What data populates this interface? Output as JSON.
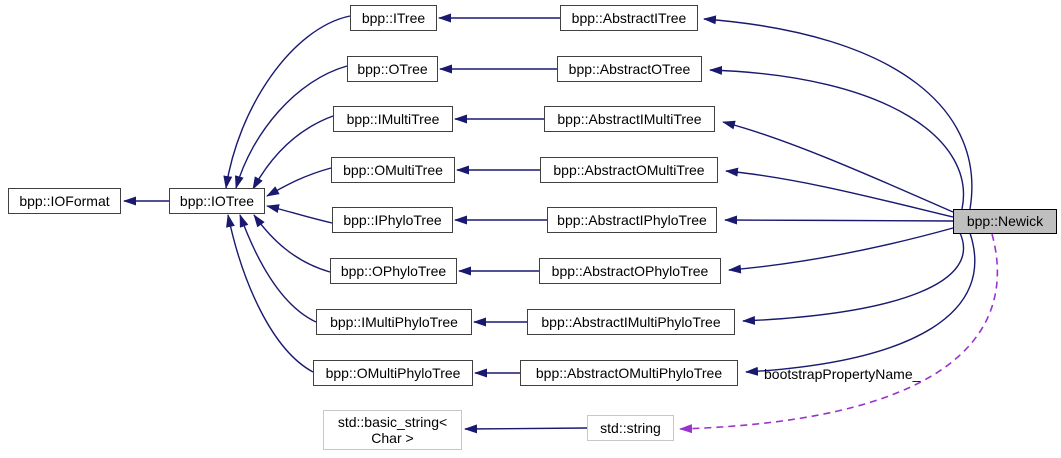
{
  "diagram": {
    "kind": "class-inheritance-graph",
    "colors": {
      "inheritance_edge": "#191970",
      "usage_edge": "#9a32cd",
      "node_border": "#404040",
      "external_node_border": "#c8c8c8",
      "focus_node_fill": "#bfbfbf",
      "node_fill": "#ffffff",
      "text": "#000000",
      "background": "#ffffff"
    },
    "nodes": {
      "ioformat": "bpp::IOFormat",
      "iotree": "bpp::IOTree",
      "itree": "bpp::ITree",
      "otree": "bpp::OTree",
      "imultitree": "bpp::IMultiTree",
      "omultitree": "bpp::OMultiTree",
      "iphylotree": "bpp::IPhyloTree",
      "ophylotree": "bpp::OPhyloTree",
      "imultiphylotree": "bpp::IMultiPhyloTree",
      "omultiphylotree": "bpp::OMultiPhyloTree",
      "abstract_itree": "bpp::AbstractITree",
      "abstract_otree": "bpp::AbstractOTree",
      "abstract_imultitree": "bpp::AbstractIMultiTree",
      "abstract_omultitree": "bpp::AbstractOMultiTree",
      "abstract_iphylotree": "bpp::AbstractIPhyloTree",
      "abstract_ophylotree": "bpp::AbstractOPhyloTree",
      "abstract_imultiphylotree": "bpp::AbstractIMultiPhyloTree",
      "abstract_omultiphylotree": "bpp::AbstractOMultiPhyloTree",
      "newick": "bpp::Newick",
      "basic_string": "std::basic_string<\nChar >",
      "std_string": "std::string"
    },
    "relationships": {
      "inheritance": [
        {
          "derived": "bpp::IOTree",
          "base": "bpp::IOFormat"
        },
        {
          "derived": "bpp::ITree",
          "base": "bpp::IOTree"
        },
        {
          "derived": "bpp::OTree",
          "base": "bpp::IOTree"
        },
        {
          "derived": "bpp::IMultiTree",
          "base": "bpp::IOTree"
        },
        {
          "derived": "bpp::OMultiTree",
          "base": "bpp::IOTree"
        },
        {
          "derived": "bpp::IPhyloTree",
          "base": "bpp::IOTree"
        },
        {
          "derived": "bpp::OPhyloTree",
          "base": "bpp::IOTree"
        },
        {
          "derived": "bpp::IMultiPhyloTree",
          "base": "bpp::IOTree"
        },
        {
          "derived": "bpp::OMultiPhyloTree",
          "base": "bpp::IOTree"
        },
        {
          "derived": "bpp::AbstractITree",
          "base": "bpp::ITree"
        },
        {
          "derived": "bpp::AbstractOTree",
          "base": "bpp::OTree"
        },
        {
          "derived": "bpp::AbstractIMultiTree",
          "base": "bpp::IMultiTree"
        },
        {
          "derived": "bpp::AbstractOMultiTree",
          "base": "bpp::OMultiTree"
        },
        {
          "derived": "bpp::AbstractIPhyloTree",
          "base": "bpp::IPhyloTree"
        },
        {
          "derived": "bpp::AbstractOPhyloTree",
          "base": "bpp::OPhyloTree"
        },
        {
          "derived": "bpp::AbstractIMultiPhyloTree",
          "base": "bpp::IMultiPhyloTree"
        },
        {
          "derived": "bpp::AbstractOMultiPhyloTree",
          "base": "bpp::OMultiPhyloTree"
        },
        {
          "derived": "bpp::Newick",
          "base": "bpp::AbstractITree"
        },
        {
          "derived": "bpp::Newick",
          "base": "bpp::AbstractOTree"
        },
        {
          "derived": "bpp::Newick",
          "base": "bpp::AbstractIMultiTree"
        },
        {
          "derived": "bpp::Newick",
          "base": "bpp::AbstractOMultiTree"
        },
        {
          "derived": "bpp::Newick",
          "base": "bpp::AbstractIPhyloTree"
        },
        {
          "derived": "bpp::Newick",
          "base": "bpp::AbstractOPhyloTree"
        },
        {
          "derived": "bpp::Newick",
          "base": "bpp::AbstractIMultiPhyloTree"
        },
        {
          "derived": "bpp::Newick",
          "base": "bpp::AbstractOMultiPhyloTree"
        },
        {
          "derived": "std::string",
          "base": "std::basic_string< Char >"
        }
      ],
      "usage": [
        {
          "from": "bpp::Newick",
          "to": "std::string",
          "label": "bootstrapPropertyName_"
        }
      ]
    }
  }
}
